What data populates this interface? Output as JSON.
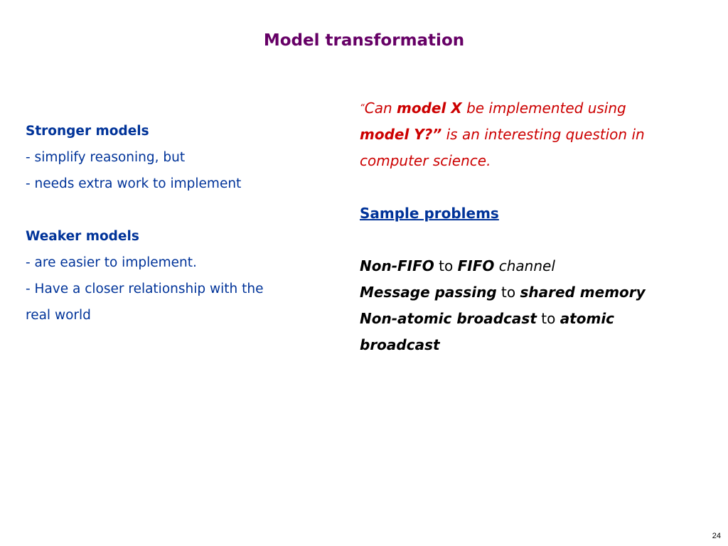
{
  "slide": {
    "title": "Model transformation",
    "page_number": "24"
  },
  "left": {
    "stronger_heading": "Stronger models",
    "stronger_lines": [
      "- simplify reasoning, but",
      "- needs extra work to implement"
    ],
    "weaker_heading": "Weaker models",
    "weaker_lines": [
      "- are easier to implement.",
      "- Have a closer relationship with the",
      "real world"
    ]
  },
  "right": {
    "quote": {
      "open_quote": "“",
      "part1": "Can ",
      "model_x": "model X",
      "part2": " be implemented using",
      "model_y": "model Y?”",
      "part3": " is an interesting question in",
      "part4": "computer science."
    },
    "sample_heading": "Sample problems",
    "problems": [
      {
        "from": "Non-FIFO",
        "connector": " to ",
        "to": "FIFO",
        "suffix": " channel"
      },
      {
        "from": "Message passing",
        "connector": " to ",
        "to": "shared memory"
      },
      {
        "from": "Non-atomic broadcast",
        "connector": " to ",
        "to": "atomic",
        "continuation": "broadcast"
      }
    ]
  },
  "colors": {
    "title": "#660066",
    "body_blue": "#003399",
    "quote_red": "#cc0000"
  }
}
